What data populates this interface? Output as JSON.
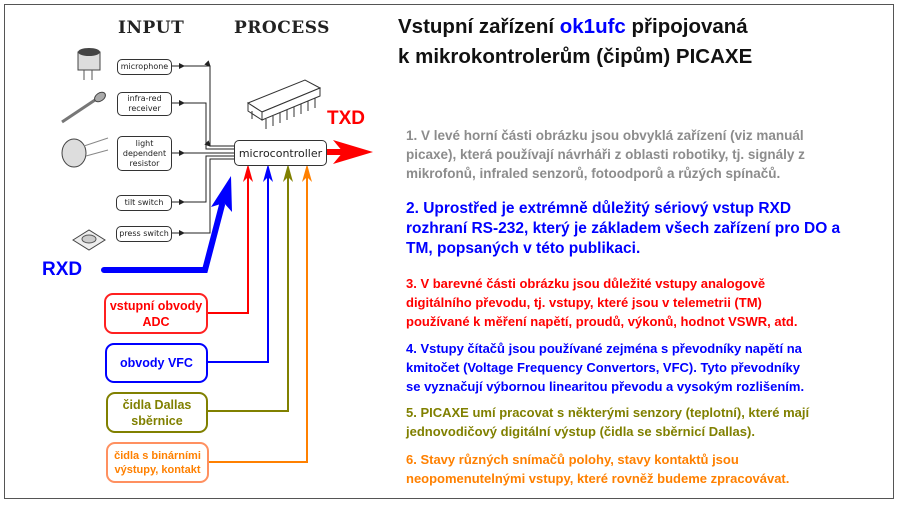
{
  "diagram": {
    "headers": {
      "input": "INPUT",
      "process": "PROCESS"
    },
    "inputs": [
      {
        "label_lines": [
          "microphone"
        ]
      },
      {
        "label_lines": [
          "infra-red",
          "receiver"
        ]
      },
      {
        "label_lines": [
          "light",
          "dependent",
          "resistor"
        ]
      },
      {
        "label_lines": [
          "tilt switch"
        ]
      },
      {
        "label_lines": [
          "press switch"
        ]
      }
    ],
    "processor": "microcontroller",
    "txd": "TXD",
    "rxd": "RXD",
    "colored_inputs": [
      {
        "lines": [
          "vstupní obvody",
          "ADC"
        ],
        "color": "#ff0000"
      },
      {
        "lines": [
          "obvody VFC"
        ],
        "color": "#0000ff"
      },
      {
        "lines": [
          "čidla Dallas",
          "sběrnice"
        ],
        "color": "#808000"
      },
      {
        "lines": [
          "čidla s binárními",
          "výstupy, kontakt"
        ],
        "color": "#ff8000"
      }
    ]
  },
  "title": {
    "line1_prefix": "Vstupní zařízení ",
    "callsign": "ok1ufc",
    "line1_suffix": " připojovaná",
    "line2": "k mikrokontrolerům (čipům) PICAXE",
    "callsign_color": "#0000ff"
  },
  "paragraphs": [
    {
      "color": "#8c8c8c",
      "lines": [
        "1. V levé horní části obrázku jsou obvyklá zařízení (viz manuál",
        "picaxe), která používají návrháři z oblasti robotiky, tj. signály z",
        "mikrofonů, infraled senzorů, fotoodporů a růzých spínačů."
      ]
    },
    {
      "color": "#0000ff",
      "lines": [
        "2. Uprostřed je extrémně důležitý sériový vstup RXD",
        "rozhraní RS-232, který je základem všech zařízení pro DO a",
        "TM, popsaných v této publikaci."
      ]
    },
    {
      "color": "#ff0000",
      "lines": [
        "3. V barevné části obrázku jsou důležité vstupy analogově",
        "digitálního převodu, tj. vstupy, které jsou v telemetrii (TM)",
        "používané k měření napětí, proudů, výkonů, hodnot VSWR, atd."
      ]
    },
    {
      "color": "#0000ff",
      "lines": [
        "4. Vstupy čítačů jsou používané zejména s převodníky napětí na",
        "kmitočet (Voltage Frequency Convertors, VFC). Tyto převodníky",
        "se vyznačují výbornou linearitou převodu a vysokým rozlišením."
      ]
    },
    {
      "color": "#808000",
      "lines": [
        "5. PICAXE umí pracovat s některými senzory (teplotní), které mají",
        "jednovodičový digitální výstup (čidla se sběrnicí Dallas)."
      ]
    },
    {
      "color": "#ff8000",
      "lines": [
        "6. Stavy různých snímačů polohy, stavy kontaktů jsou",
        "neopomenutelnými vstupy, které rovněž budeme zpracovávat."
      ]
    }
  ]
}
